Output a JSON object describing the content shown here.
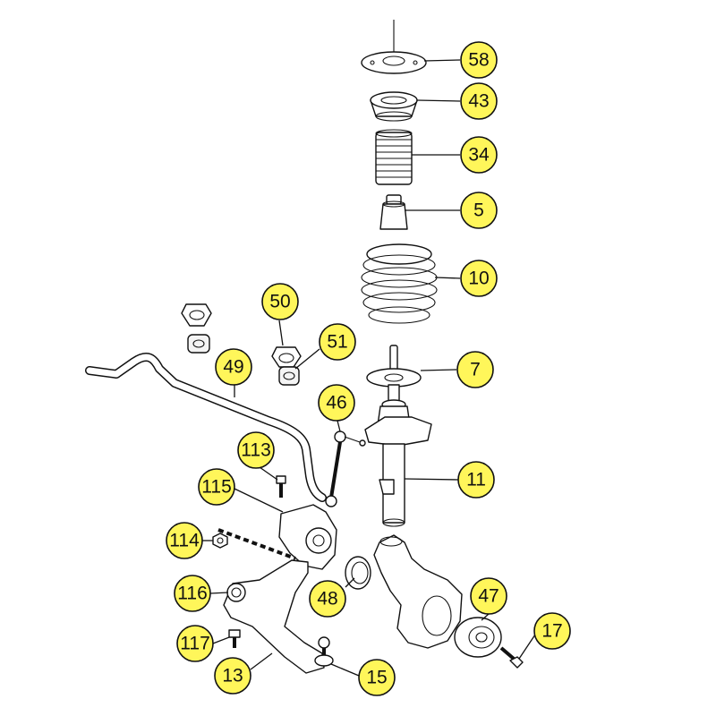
{
  "callouts": [
    {
      "id": "58"
    },
    {
      "id": "43"
    },
    {
      "id": "34"
    },
    {
      "id": "5"
    },
    {
      "id": "10"
    },
    {
      "id": "50"
    },
    {
      "id": "51"
    },
    {
      "id": "49"
    },
    {
      "id": "7"
    },
    {
      "id": "46"
    },
    {
      "id": "113"
    },
    {
      "id": "11"
    },
    {
      "id": "115"
    },
    {
      "id": "114"
    },
    {
      "id": "116"
    },
    {
      "id": "48"
    },
    {
      "id": "47"
    },
    {
      "id": "17"
    },
    {
      "id": "117"
    },
    {
      "id": "13"
    },
    {
      "id": "15"
    }
  ],
  "colors": {
    "callout_fill": "#fff65a",
    "line": "#111111"
  }
}
